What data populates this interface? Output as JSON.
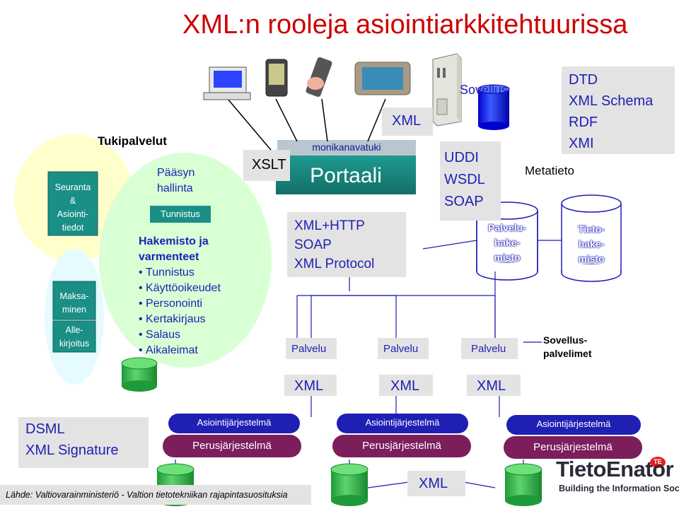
{
  "title": "XML:n rooleja asiointiarkkitehtuurissa",
  "left": {
    "tukipalvelut": "Tukipalvelut",
    "seuranta": [
      "Seuranta",
      "&",
      "Asiointi-",
      "tiedot"
    ],
    "maksaminen": [
      "Maksa-",
      "minen"
    ],
    "allekirjoitus": [
      "Alle-",
      "kirjoitus"
    ],
    "paasyhallinta": [
      "Pääsyn",
      "hallinta"
    ],
    "tunnistus_tab": "Tunnistus",
    "hakemisto": [
      "Hakemisto ja",
      "varmenteet"
    ],
    "bullets": [
      "Tunnistus",
      "Käyttöoikeudet",
      "Personointi",
      "Kertakirjaus",
      "Salaus",
      "Aikaleimat"
    ]
  },
  "portal": {
    "xslt": "XSLT",
    "monikanavatuki": "monikanavatuki",
    "portaali": "Portaali",
    "protocols": [
      "XML+HTTP",
      "SOAP",
      "XML Protocol"
    ],
    "xml_top": "XML"
  },
  "registry": {
    "sovellus": "Sovellus",
    "protocols": [
      "UDDI",
      "WSDL",
      "SOAP"
    ],
    "metatieto": "Metatieto",
    "standards": [
      "DTD",
      "XML Schema",
      "RDF",
      "XMI"
    ],
    "palveluhakemisto": [
      "Palvelu-",
      "hake-",
      "misto"
    ],
    "tietohakemisto": [
      "Tieto-",
      "hake-",
      "misto"
    ]
  },
  "services": {
    "palvelu": [
      "Palvelu",
      "Palvelu",
      "Palvelu"
    ],
    "sovelluspalvelimet": [
      "Sovellus-",
      "palvelimet"
    ],
    "xml_row": [
      "XML",
      "XML",
      "XML"
    ]
  },
  "backend": {
    "dsml": "DSML",
    "xml_signature": "XML Signature",
    "asiointi": [
      "Asiointijärjestelmä",
      "Asiointijärjestelmä",
      "Asiointijärjestelmä"
    ],
    "perus": [
      "Perusjärjestelmä",
      "Perusjärjestelmä",
      "Perusjärjestelmä"
    ],
    "xml_bottom": "XML"
  },
  "footer": {
    "source": "Lähde: Valtiovarainministeriö - Valtion tietotekniikan rajapintasuosituksia",
    "logo": "TietoEnator",
    "logo_badge": "TE",
    "tagline": "Building the Information Society"
  },
  "colors": {
    "navy": "#1f1fb4",
    "teal": "#1a8f86",
    "green": "#2db34a",
    "grey": "#e3e3e3",
    "blue_cyl": "#0000ff"
  }
}
